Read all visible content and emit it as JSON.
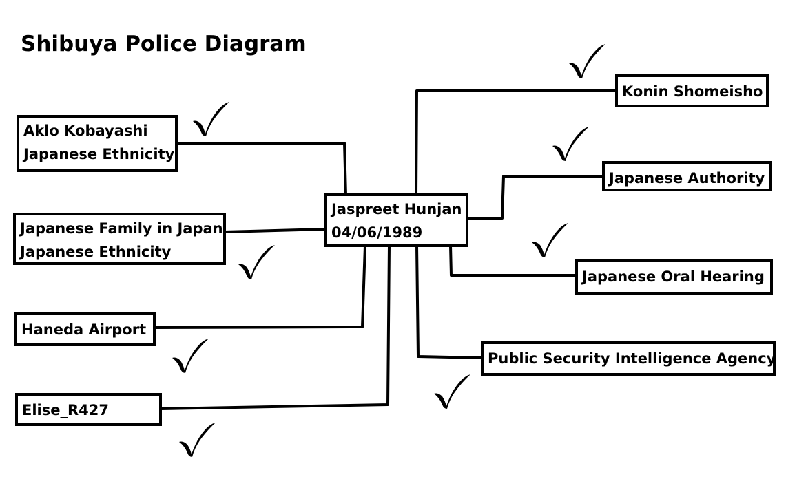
{
  "title": "Shibuya Police Diagram",
  "colors": {
    "ink": "#000000",
    "background": "#ffffff"
  },
  "center_node": {
    "lines": [
      "Jaspreet Hunjan",
      "04/06/1989"
    ],
    "checked": false
  },
  "left_nodes": [
    {
      "id": "aklo-kobayashi",
      "lines": [
        "Aklo Kobayashi",
        "Japanese Ethnicity"
      ],
      "checked": true
    },
    {
      "id": "japanese-family",
      "lines": [
        "Japanese Family in Japan",
        "Japanese Ethnicity"
      ],
      "checked": true
    },
    {
      "id": "haneda-airport",
      "lines": [
        "Haneda Airport"
      ],
      "checked": true
    },
    {
      "id": "elise-r427",
      "lines": [
        "Elise_R427"
      ],
      "checked": true
    }
  ],
  "right_nodes": [
    {
      "id": "konin-shomeisho",
      "lines": [
        "Konin Shomeisho"
      ],
      "checked": true
    },
    {
      "id": "japanese-authority",
      "lines": [
        "Japanese Authority"
      ],
      "checked": true
    },
    {
      "id": "japanese-oral-hearing",
      "lines": [
        "Japanese Oral Hearing"
      ],
      "checked": true
    },
    {
      "id": "public-security",
      "lines": [
        "Public Security Intelligence Agency"
      ],
      "checked": true
    }
  ],
  "check_icon": "checkmark-icon"
}
